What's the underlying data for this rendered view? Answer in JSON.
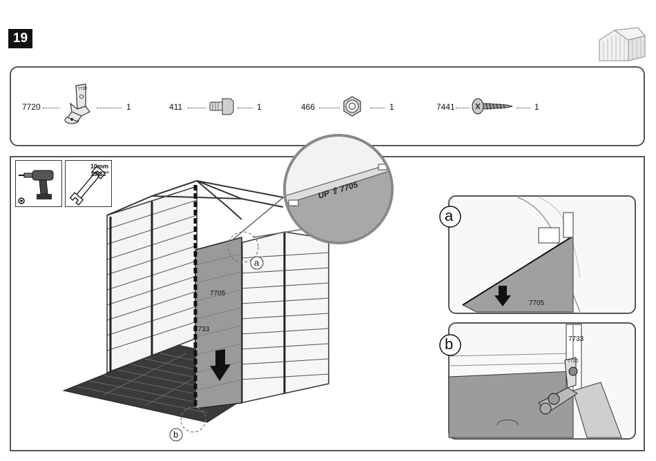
{
  "step": {
    "number": "19"
  },
  "parts": [
    {
      "id": "7720",
      "qty": "1",
      "icon": "corner-bracket-icon",
      "stamp": "7720"
    },
    {
      "id": "411",
      "qty": "1",
      "icon": "bolt-icon"
    },
    {
      "id": "466",
      "qty": "1",
      "icon": "hex-nut-icon"
    },
    {
      "id": "7441",
      "qty": "1",
      "icon": "screw-icon"
    }
  ],
  "tools": {
    "drill_icon": "drill-icon",
    "wrench_icon": "wrench-icon",
    "wrench_size_mm": "10mm",
    "wrench_size_in": "13/32\""
  },
  "main": {
    "panel_labels": {
      "panel_7705": "7705",
      "panel_7733": "7733"
    },
    "callout_a": "a",
    "callout_b": "b",
    "magnifier_text": "UP ⇧ 7705"
  },
  "detail_a": {
    "letter": "a",
    "label": "7705"
  },
  "detail_b": {
    "letter": "b",
    "label": "7733",
    "bracket_stamp": "7720"
  }
}
